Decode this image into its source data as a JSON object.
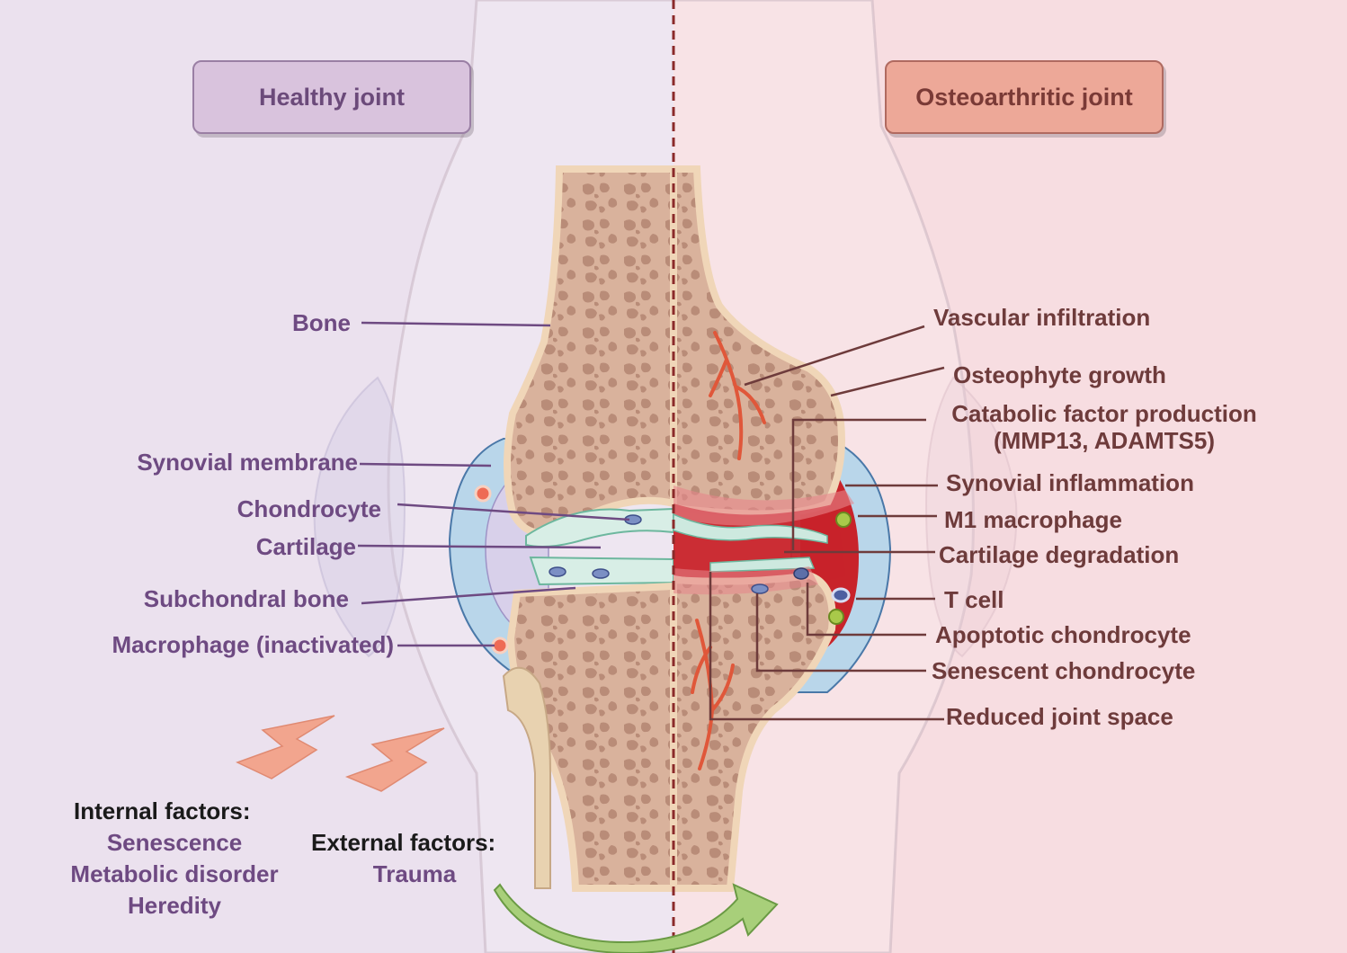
{
  "headers": {
    "healthy": "Healthy joint",
    "osteoarthritic": "Osteoarthritic joint"
  },
  "healthy_labels": {
    "bone": "Bone",
    "synovial_membrane": "Synovial membrane",
    "chondrocyte": "Chondrocyte",
    "cartilage": "Cartilage",
    "subchondral_bone": "Subchondral bone",
    "macrophage": "Macrophage (inactivated)"
  },
  "oa_labels": {
    "vascular_infiltration": "Vascular infiltration",
    "osteophyte_growth": "Osteophyte growth",
    "catabolic_line1": "Catabolic factor production",
    "catabolic_line2": "(MMP13, ADAMTS5)",
    "synovial_inflammation": "Synovial inflammation",
    "m1_macrophage": "M1 macrophage",
    "cartilage_degradation": "Cartilage degradation",
    "t_cell": "T cell",
    "apoptotic_chondrocyte": "Apoptotic chondrocyte",
    "senescent_chondrocyte": "Senescent chondrocyte",
    "reduced_joint_space": "Reduced joint space"
  },
  "factors": {
    "internal_title": "Internal factors:",
    "internal_items": [
      "Senescence",
      "Metabolic disorder",
      "Heredity"
    ],
    "external_title": "External factors:",
    "external_items": [
      "Trauma"
    ]
  },
  "colors": {
    "healthy_bg": "#ebe1ee",
    "oa_bg": "#f7dde1",
    "bone": "#d9b29c",
    "bone_edge": "#f0d6b8",
    "trabecular": "#b98c78",
    "cartilage_healthy": "#d8d0ea",
    "synovium": "#b9d6ea",
    "inflamed": "#c8232a",
    "arrow": "#a8cf7a",
    "lightning": "#f2a58e",
    "divider": "#8b2a2a"
  }
}
